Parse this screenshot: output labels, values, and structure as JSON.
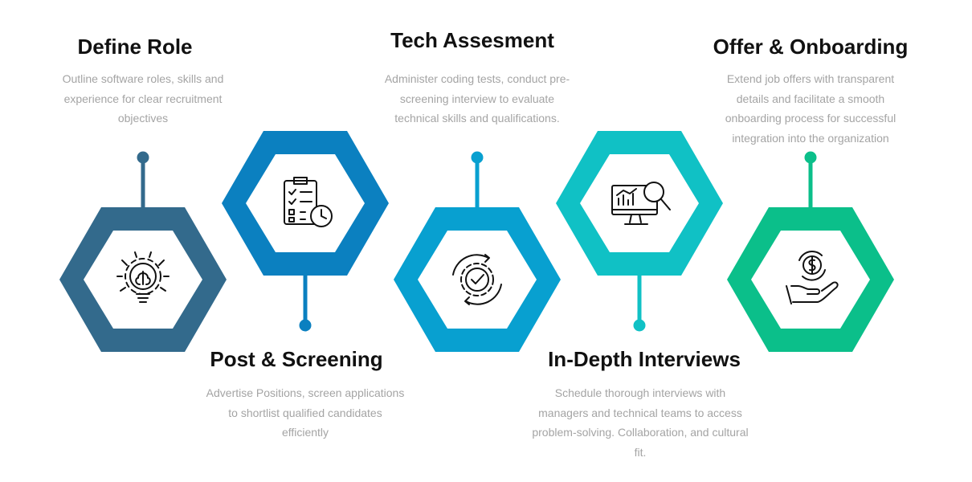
{
  "process": {
    "steps": [
      {
        "title": "Define Role",
        "description": "Outline software roles, skills and experience for clear recruitment objectives",
        "icon": "lightbulb-gear-icon",
        "color": "#336a8c"
      },
      {
        "title": "Post & Screening",
        "description": "Advertise Positions, screen applications to shortlist qualified candidates efficiently",
        "icon": "checklist-clock-icon",
        "color": "#0b80c0"
      },
      {
        "title": "Tech Assesment",
        "description": "Administer coding tests, conduct pre-screening interview to evaluate technical skills and qualifications.",
        "icon": "gear-cycle-check-icon",
        "color": "#08a0d0"
      },
      {
        "title": "In-Depth Interviews",
        "description": "Schedule thorough interviews with managers and technical teams to access problem-solving. Collaboration, and cultural fit.",
        "icon": "monitor-analytics-search-icon",
        "color": "#10c1c5"
      },
      {
        "title": "Offer & Onboarding",
        "description": "Extend job offers with transparent details and facilitate a smooth onboarding process for successful integration into the organization",
        "icon": "hand-dollar-coin-icon",
        "color": "#0bbf8a"
      }
    ]
  }
}
